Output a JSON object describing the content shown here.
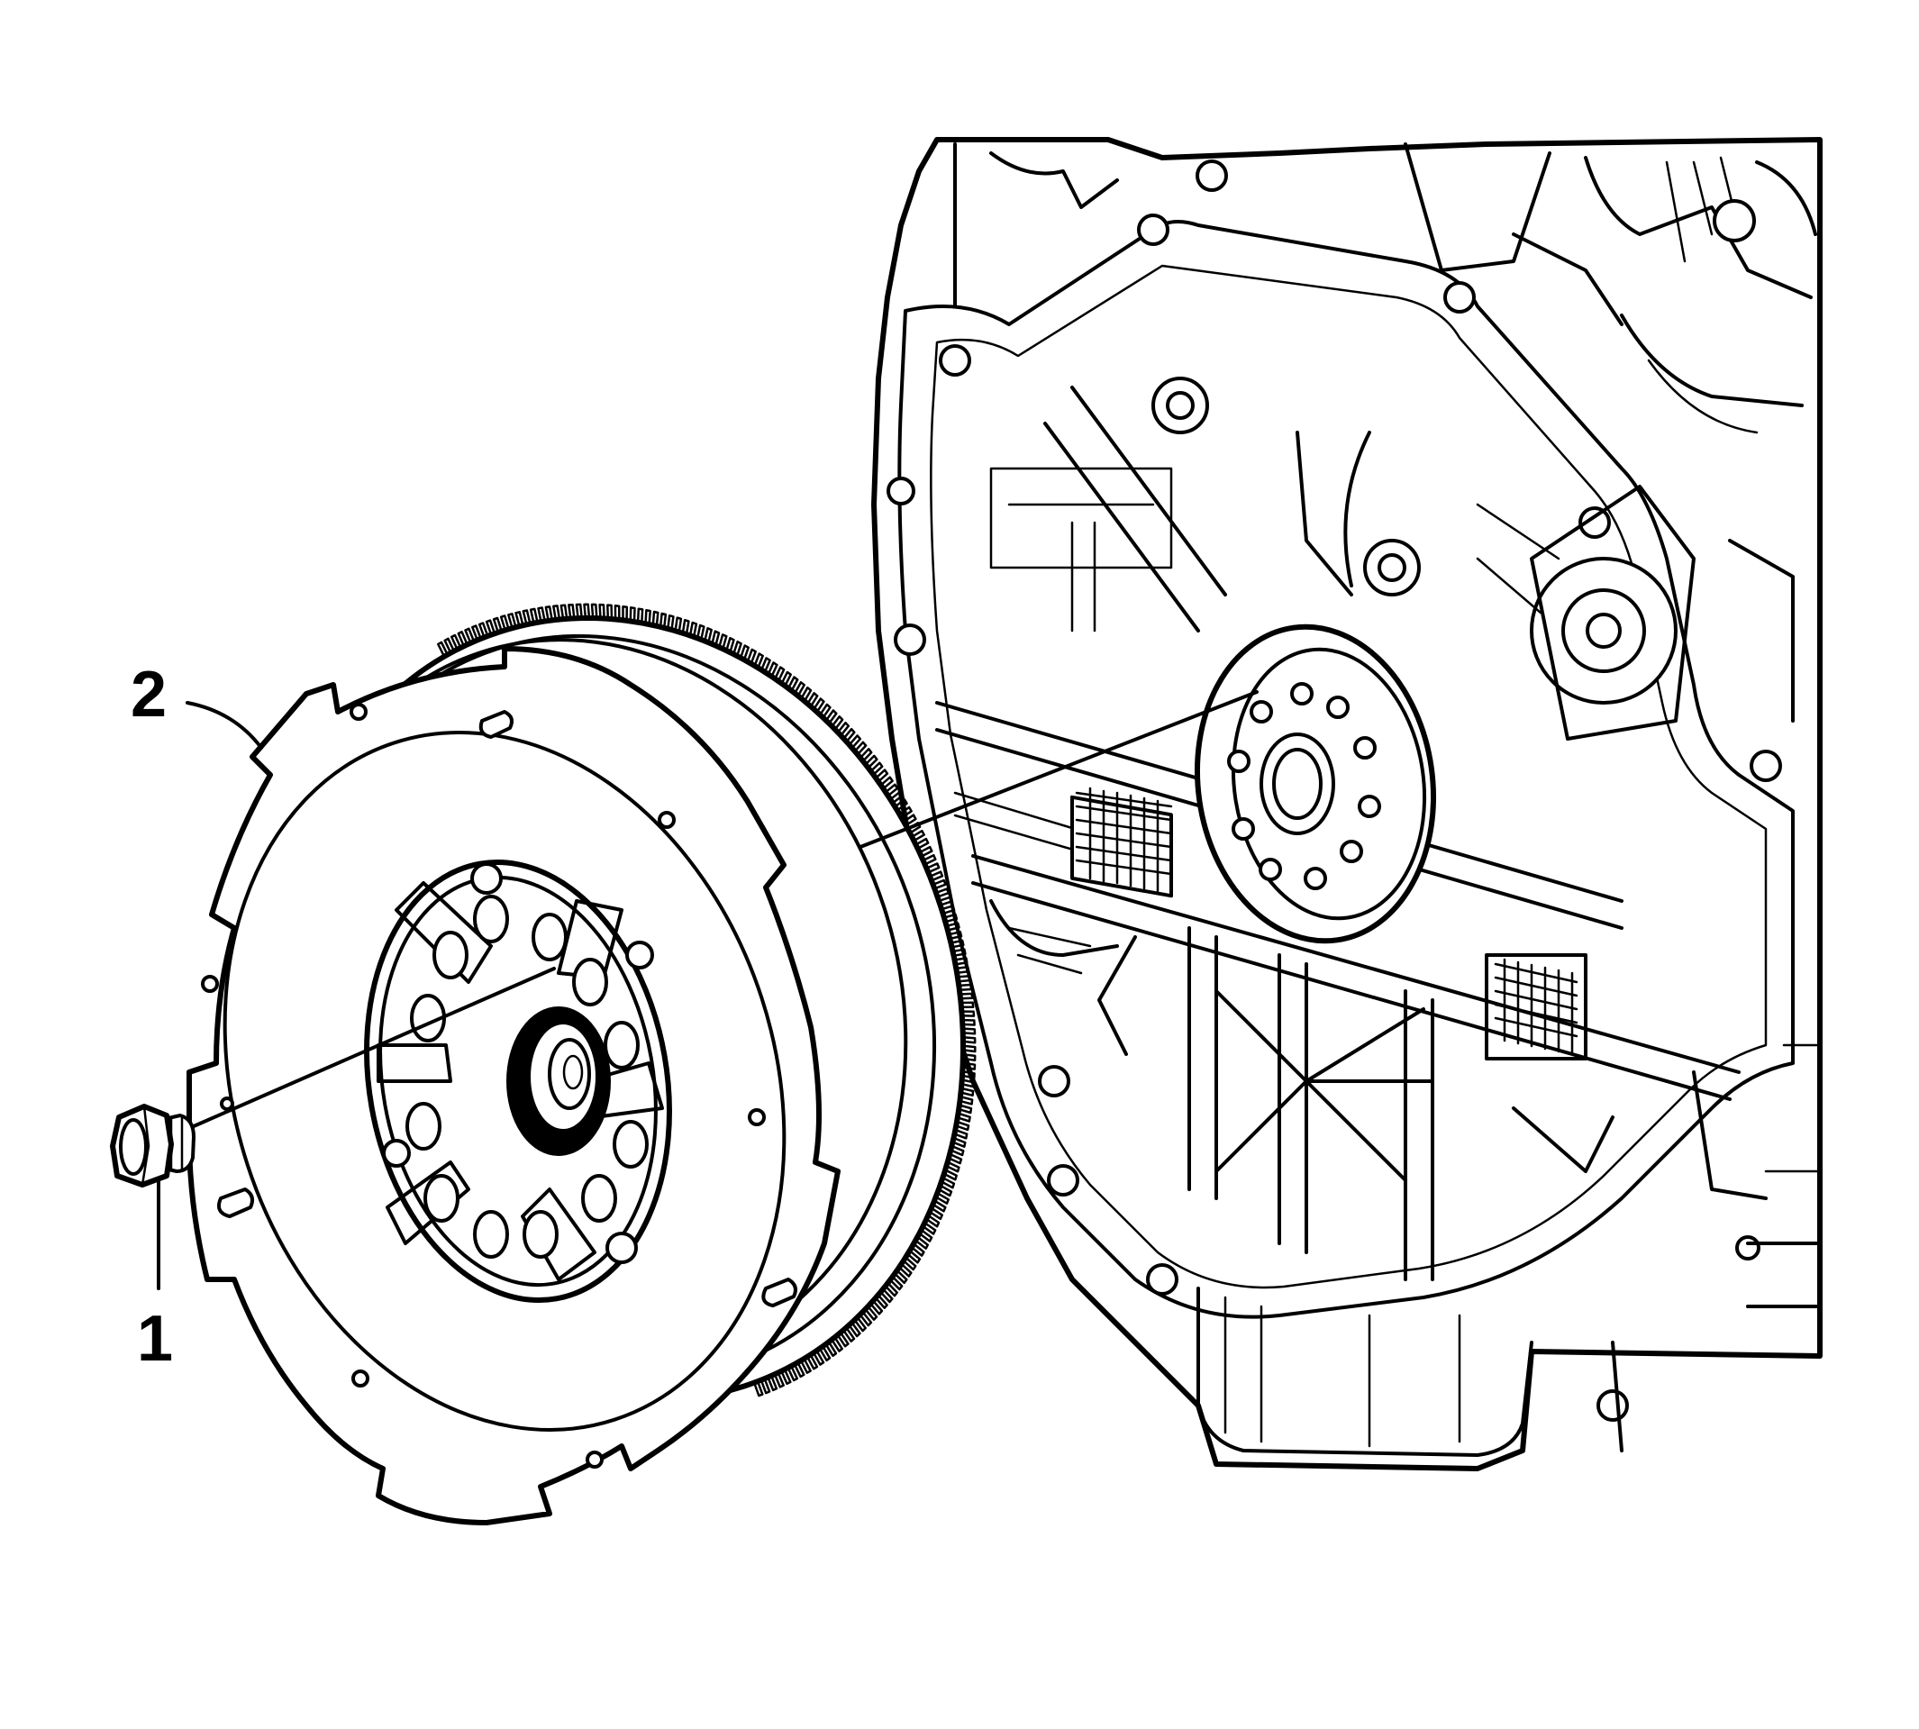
{
  "callouts": [
    {
      "id": "1",
      "label": "1"
    },
    {
      "id": "2",
      "label": "2"
    }
  ],
  "colors": {
    "ink": "#000000",
    "background": "#ffffff"
  }
}
